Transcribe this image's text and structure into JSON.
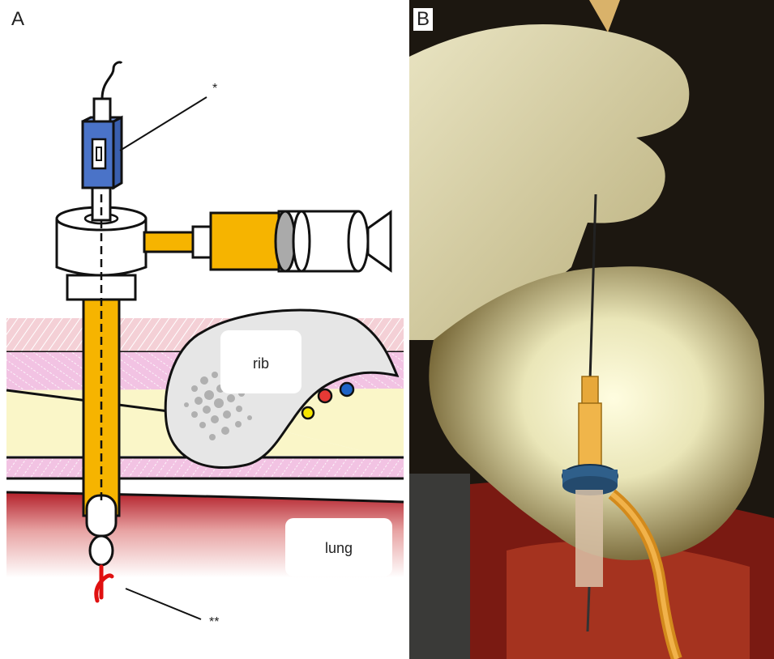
{
  "panels": {
    "a": {
      "letter": "A"
    },
    "b": {
      "letter": "B"
    }
  },
  "diagram": {
    "label_rib": "rib",
    "label_lung": "lung",
    "marker_top": "*",
    "marker_bottom": "**"
  },
  "colors": {
    "device_blue": "#4a73c8",
    "catheter_orange": "#f6b400",
    "muscle_pink": "#f4c6e4",
    "skin_pink": "#f3c9cf",
    "fat_yellow": "#faf6c8",
    "rib_gray": "#e6e6e6",
    "lung_red": "#b71c1c",
    "artery_red": "#e53935",
    "vein_blue": "#1e63c7",
    "nerve_yellow": "#f7e600"
  }
}
